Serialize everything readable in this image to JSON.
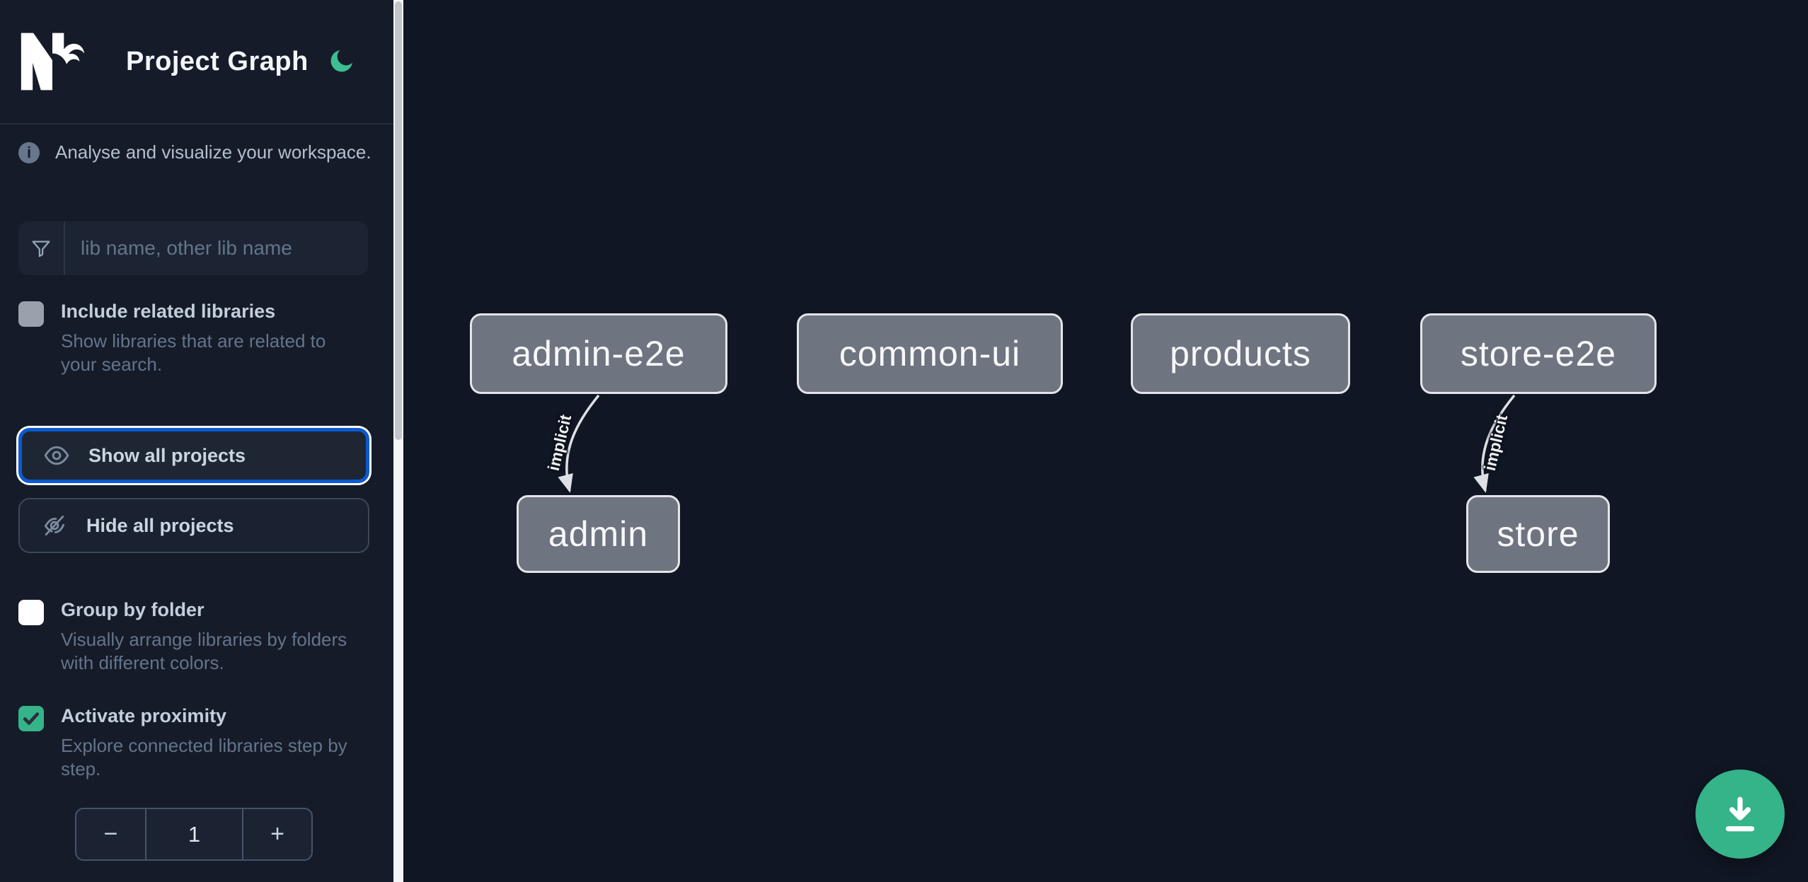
{
  "header": {
    "title": "Project Graph"
  },
  "sidebar": {
    "tagline": "Analyse and visualize your workspace.",
    "search": {
      "placeholder": "lib name, other lib name",
      "value": ""
    },
    "include_related": {
      "label": "Include related libraries",
      "description": "Show libraries that are related to your search.",
      "checked": false
    },
    "show_all": {
      "label": "Show all projects"
    },
    "hide_all": {
      "label": "Hide all projects"
    },
    "group_by_folder": {
      "label": "Group by folder",
      "description": "Visually arrange libraries by folders with different colors.",
      "checked": false
    },
    "proximity": {
      "label": "Activate proximity",
      "description": "Explore connected libraries step by step.",
      "checked": true,
      "depth_value": "1",
      "decrement_label": "−",
      "increment_label": "+"
    }
  },
  "graph": {
    "nodes": [
      {
        "id": "admin-e2e",
        "label": "admin-e2e"
      },
      {
        "id": "common-ui",
        "label": "common-ui"
      },
      {
        "id": "products",
        "label": "products"
      },
      {
        "id": "store-e2e",
        "label": "store-e2e"
      },
      {
        "id": "admin",
        "label": "admin"
      },
      {
        "id": "store",
        "label": "store"
      }
    ],
    "edges": [
      {
        "source": "admin-e2e",
        "target": "admin",
        "label": "implicit"
      },
      {
        "source": "store-e2e",
        "target": "store",
        "label": "implicit"
      }
    ]
  },
  "fab": {
    "action": "download-graph-image"
  },
  "colors": {
    "accent_green": "#35b389",
    "focus_blue": "#0b5ad1",
    "node_fill": "#6e7480",
    "node_border": "#e3e5e9",
    "canvas_bg": "#101623",
    "sidebar_bg": "#151b28"
  }
}
